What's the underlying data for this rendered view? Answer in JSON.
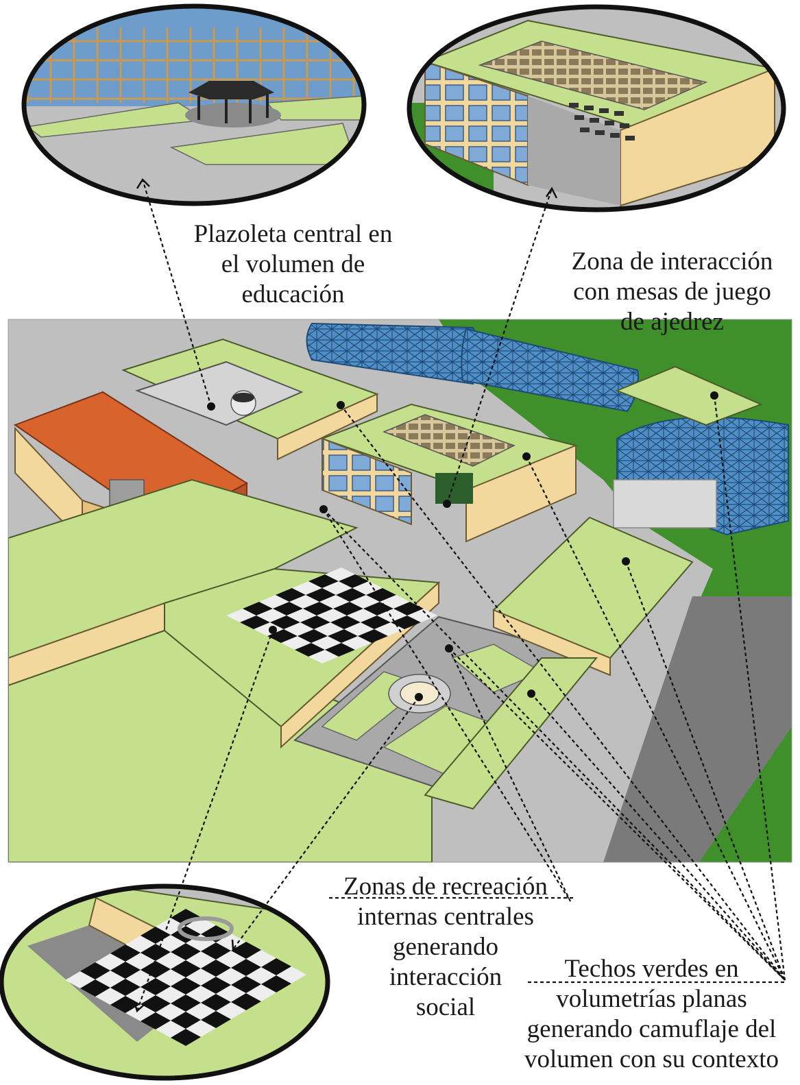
{
  "colors": {
    "green_roof": "#c5e08c",
    "building_wall": "#f2d89d",
    "glass_roof": "#3d7fb8",
    "orange_roof": "#d9632d",
    "ground": "#bfbfbf",
    "lawn": "#3f8f2a",
    "leader_line": "#111111"
  },
  "annotations": {
    "plazoleta": {
      "lines": [
        "Plazoleta central en",
        "el volumen de",
        "educación"
      ]
    },
    "ajedrez": {
      "lines": [
        "Zona de interacción",
        "con mesas de juego",
        "de ajedrez"
      ]
    },
    "recreacion": {
      "lines": [
        "Zonas de recreación",
        "internas centrales",
        "generando",
        "interacción",
        "social"
      ]
    },
    "techos": {
      "lines": [
        "Techos verdes en",
        "volumetrías planas",
        "generando camuflaje del",
        "volumen con su contexto"
      ]
    }
  }
}
